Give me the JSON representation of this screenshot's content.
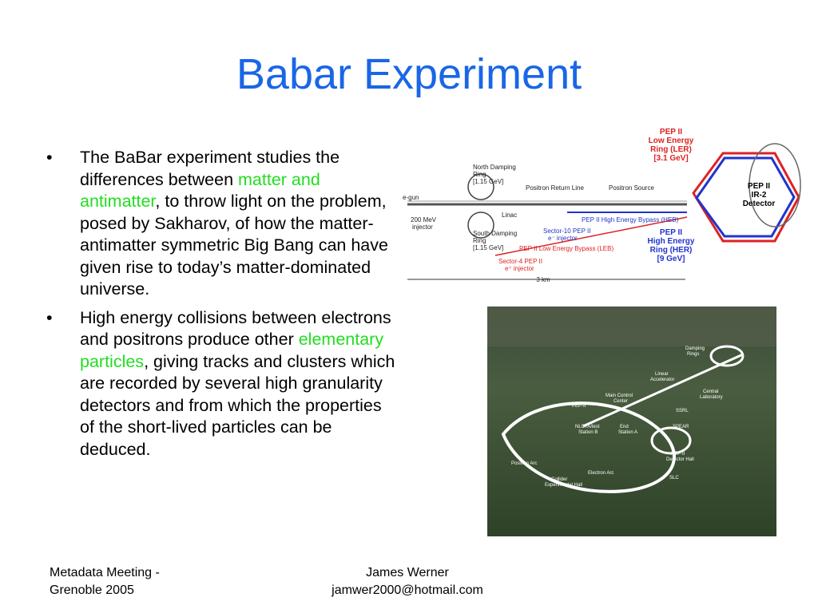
{
  "slide": {
    "title": "Babar Experiment",
    "bullets": [
      {
        "parts": [
          {
            "text": "The BaBar experiment studies the differences between ",
            "highlight": false
          },
          {
            "text": "matter and antimatter",
            "highlight": true
          },
          {
            "text": ", to throw light on the problem, posed by Sakharov, of how the matter-antimatter symmetric Big Bang can have given rise to today’s matter-dominated universe.",
            "highlight": false
          }
        ]
      },
      {
        "parts": [
          {
            "text": "High energy collisions between electrons and positrons produce other ",
            "highlight": false
          },
          {
            "text": "elementary particles",
            "highlight": true
          },
          {
            "text": ", giving tracks and clusters which are recorded by several high granularity detectors and from which the properties of the short-lived particles can be deduced.",
            "highlight": false
          }
        ]
      }
    ]
  },
  "diagram": {
    "labels": {
      "pep2_ler": [
        "PEP II",
        "Low Energy",
        "Ring (LER)",
        "[3.1 GeV]"
      ],
      "pep2_ir2": [
        "PEP II",
        "IR-2",
        "Detector"
      ],
      "pep2_her": [
        "PEP II",
        "High Energy",
        "Ring (HER)",
        "[9 GeV]"
      ],
      "north_damping": [
        "North Damping",
        "Ring",
        "[1.15 GeV]"
      ],
      "south_damping": [
        "South Damping",
        "Ring",
        "[1.15 GeV]"
      ],
      "positron_return": "Positron Return Line",
      "positron_source": "Positron Source",
      "egun": "e-gun",
      "injector": [
        "200 MeV",
        "injector"
      ],
      "linac": "Linac",
      "heb": "PEP II High Energy Bypass (HEB)",
      "sector10": [
        "Sector-10 PEP II",
        "e⁻ injector"
      ],
      "leb": "PEP II Low Energy Bypass (LEB)",
      "sector4": [
        "Sector-4 PEP II",
        "e⁺ injector"
      ],
      "scale": "3 km"
    }
  },
  "photo": {
    "labels": {
      "damping": [
        "Damping",
        "Rings"
      ],
      "linear": [
        "Linear",
        "Accelerator"
      ],
      "central": [
        "Central",
        "Laboratory"
      ],
      "main_control": [
        "Main Control",
        "Center"
      ],
      "pep2": "PEP-II",
      "ssrl": "SSRL",
      "nlcta": [
        "NLCTA/test",
        "Station B"
      ],
      "endstation": [
        "End",
        "Station A"
      ],
      "spear": "SPEAR",
      "detector_hall": [
        "PEP-II",
        "Detector Hall"
      ],
      "positron_arc": "Positron Arc",
      "electron_arc": "Electron Arc",
      "collider": [
        "Collider",
        "Experimental Hall"
      ],
      "slc": "SLC"
    }
  },
  "footer": {
    "left": [
      "Metadata Meeting -",
      "Grenoble 2005"
    ],
    "center": [
      "James Werner",
      "jamwer2000@hotmail.com"
    ]
  },
  "colors": {
    "title": "#1a66e6",
    "highlight": "#22dd22",
    "ler_ring": "#dd2222",
    "her_ring": "#2233cc"
  }
}
